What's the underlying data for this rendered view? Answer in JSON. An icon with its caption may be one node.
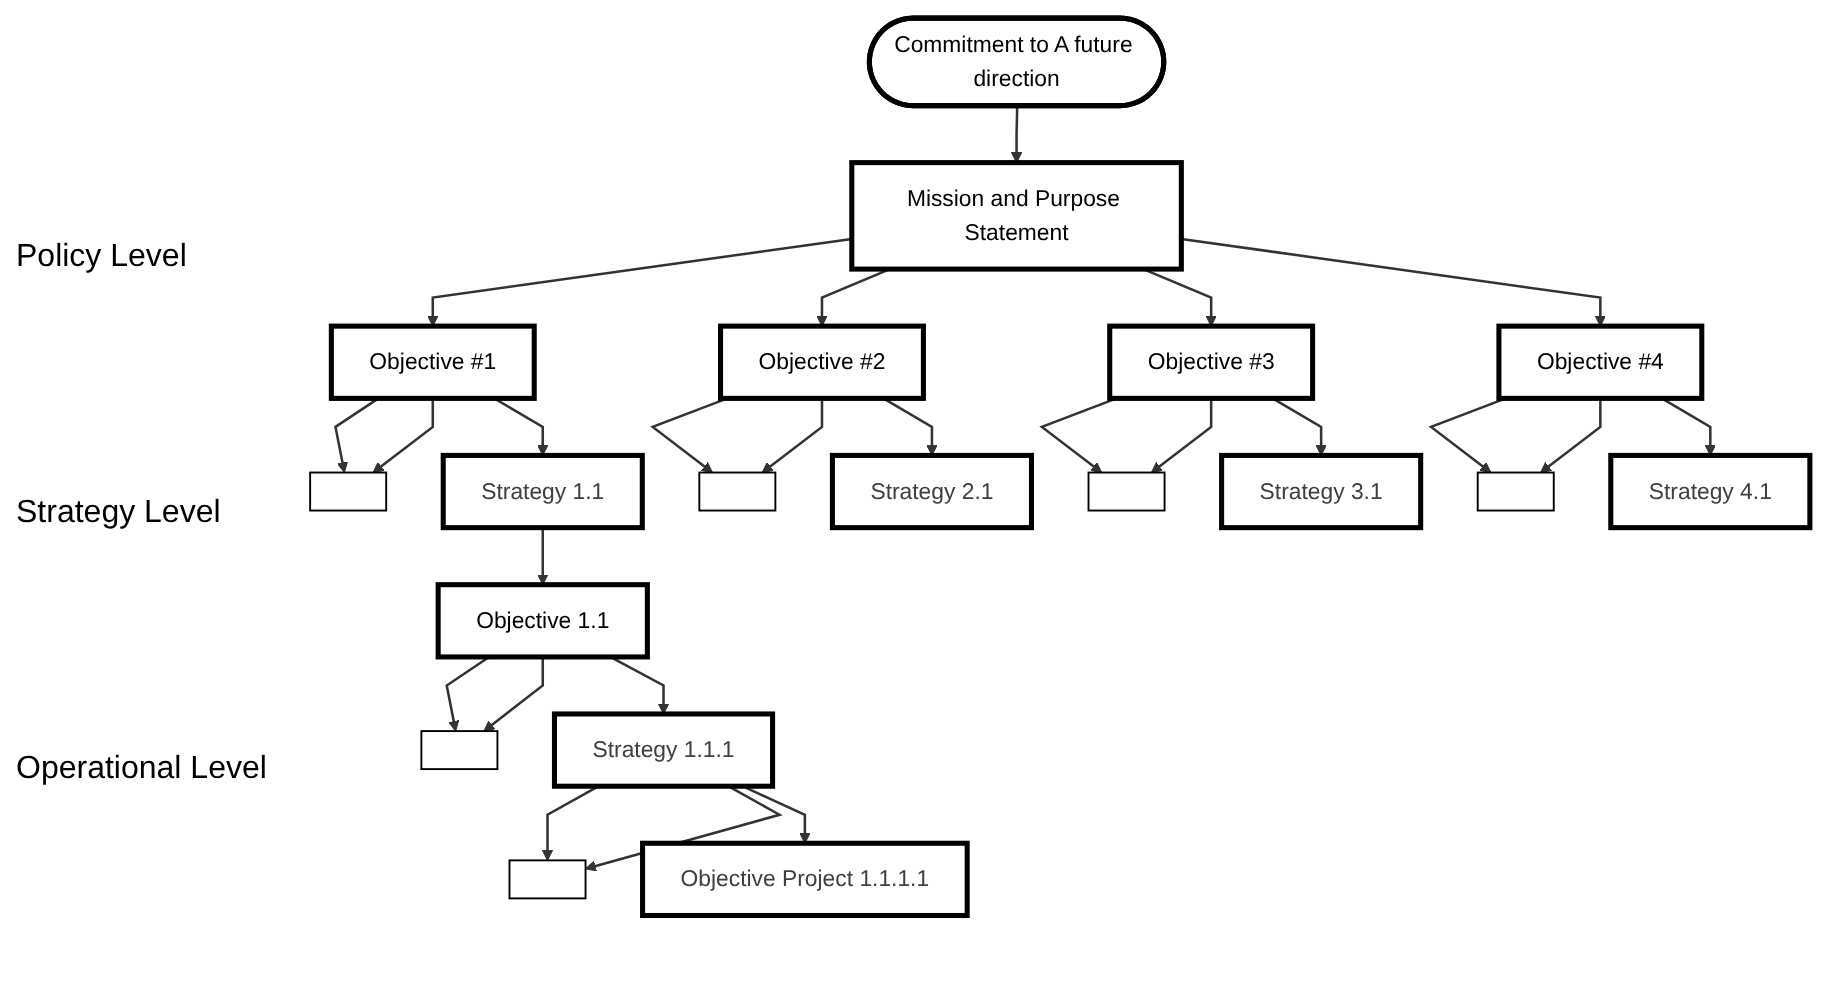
{
  "diagram": {
    "nodes": [
      {
        "text": [
          "Commitment to A future direction"
        ]
      },
      {
        "text": [
          "Mission and Purpose Statement"
        ]
      },
      {
        "text": [
          "Objective #1"
        ]
      },
      {
        "text": [
          "Objective #2"
        ]
      },
      {
        "text": [
          "Objective #3"
        ]
      },
      {
        "text": [
          "Objective #4"
        ]
      },
      {
        "text": [],
        "shape": "box"
      },
      {
        "text": [
          "Strategy 1.1"
        ]
      },
      {
        "text": [],
        "shape": "box"
      },
      {
        "text": [
          "Strategy 2.1"
        ]
      },
      {
        "text": [],
        "shape": "box"
      },
      {
        "text": [
          "Strategy 3.1"
        ]
      },
      {
        "text": [],
        "shape": "box"
      },
      {
        "text": [
          "Strategy 4.1"
        ]
      },
      {
        "text": [
          "Objective 1.1"
        ]
      },
      {
        "text": [],
        "shape": "box"
      },
      {
        "text": [
          "Strategy 1.1.1"
        ]
      },
      {
        "text": [],
        "shape": "box"
      },
      {
        "text": [
          "Objective Project 1.1.1.1"
        ]
      }
    ],
    "edges": [
      {
        "from": 0,
        "to": 1,
        "arrow": "to"
      },
      {
        "from": 1,
        "to": 2,
        "arrow": "to"
      },
      {
        "from": 1,
        "to": 3,
        "arrow": "to"
      },
      {
        "from": 1,
        "to": 4,
        "arrow": "to"
      },
      {
        "from": 1,
        "to": 5,
        "arrow": "to"
      },
      {
        "from": 2,
        "to": 6,
        "arrow": "to"
      },
      {
        "from": 2,
        "to": 6,
        "arrow": "to"
      },
      {
        "from": 2,
        "to": 7,
        "arrow": "to"
      },
      {
        "from": 3,
        "to": 8,
        "arrow": "to"
      },
      {
        "from": 3,
        "to": 8,
        "arrow": "to"
      },
      {
        "from": 3,
        "to": 9,
        "arrow": "to"
      },
      {
        "from": 4,
        "to": 10,
        "arrow": "to"
      },
      {
        "from": 4,
        "to": 10,
        "arrow": "to"
      },
      {
        "from": 4,
        "to": 11,
        "arrow": "to"
      },
      {
        "from": 5,
        "to": 12,
        "arrow": "to"
      },
      {
        "from": 5,
        "to": 12,
        "arrow": "to"
      },
      {
        "from": 5,
        "to": 13,
        "arrow": "to"
      },
      {
        "from": 7,
        "to": 14,
        "arrow": "to"
      },
      {
        "from": 14,
        "to": 15,
        "arrow": "to"
      },
      {
        "from": 14,
        "to": 15,
        "arrow": "to"
      },
      {
        "from": 14,
        "to": 16,
        "arrow": "to"
      },
      {
        "from": 16,
        "to": 17,
        "arrow": "to"
      },
      {
        "from": 16,
        "to": 17,
        "arrow": "to"
      },
      {
        "from": 16,
        "to": 18,
        "arrow": "to"
      }
    ],
    "labels": [
      "Policy Level",
      "Strategy Level",
      "Operational Level"
    ]
  }
}
